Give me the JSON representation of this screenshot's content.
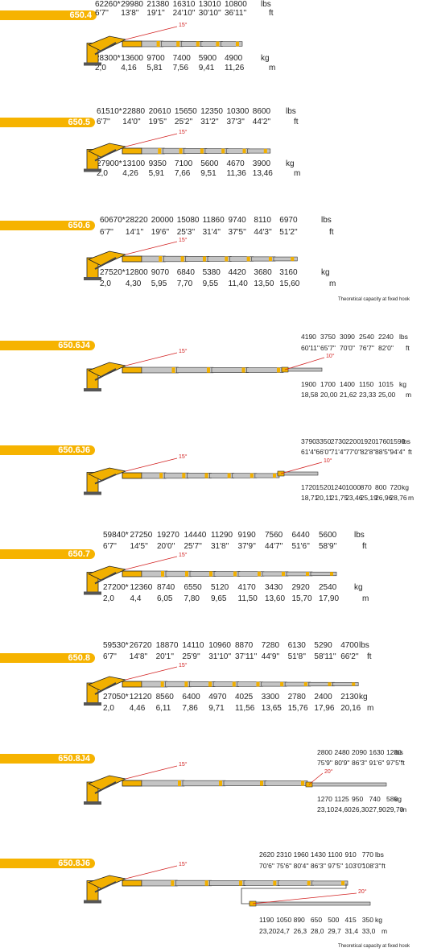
{
  "colors": {
    "tag": "#f6b300",
    "crane": "#f2b000",
    "boom": "#c4c4c4",
    "angle": "#d22222"
  },
  "models": [
    {
      "name": "650.4",
      "lbs": [
        "62260*",
        "29980",
        "21380",
        "16310",
        "13010",
        "10800"
      ],
      "lbs_unit": "lbs",
      "ft": [
        "6'7''",
        "13'8''",
        "19'1''",
        "24'10''",
        "30'10''",
        "36'11''"
      ],
      "ft_unit": "ft",
      "kg": [
        "28300*",
        "13600",
        "9700",
        "7400",
        "5900",
        "4900"
      ],
      "kg_unit": "kg",
      "m": [
        "2,0",
        "4,16",
        "5,81",
        "7,56",
        "9,41",
        "11,26"
      ],
      "m_unit": "m",
      "angle": "15°"
    },
    {
      "name": "650.5",
      "lbs": [
        "61510*",
        "22880",
        "20610",
        "15650",
        "12350",
        "10300",
        "8600"
      ],
      "lbs_unit": "lbs",
      "ft": [
        "6'7''",
        "14'0''",
        "19'5''",
        "25'2''",
        "31'2''",
        "37'3''",
        "44'2''"
      ],
      "ft_unit": "ft",
      "kg": [
        "27900*",
        "13100",
        "9350",
        "7100",
        "5600",
        "4670",
        "3900"
      ],
      "kg_unit": "kg",
      "m": [
        "2,0",
        "4,26",
        "5,91",
        "7,66",
        "9,51",
        "11,36",
        "13,46"
      ],
      "m_unit": "m",
      "angle": "15°"
    },
    {
      "name": "650.6",
      "lbs": [
        "60670*",
        "28220",
        "20000",
        "15080",
        "11860",
        "9740",
        "8110",
        "6970"
      ],
      "lbs_unit": "lbs",
      "ft": [
        "6'7''",
        "14'1''",
        "19'6''",
        "25'3''",
        "31'4''",
        "37'5''",
        "44'3''",
        "51'2''"
      ],
      "ft_unit": "ft",
      "kg": [
        "27520*",
        "12800",
        "9070",
        "6840",
        "5380",
        "4420",
        "3680",
        "3160"
      ],
      "kg_unit": "kg",
      "m": [
        "2,0",
        "4,30",
        "5,95",
        "7,70",
        "9,55",
        "11,40",
        "13,50",
        "15,60"
      ],
      "m_unit": "m",
      "angle": "15°",
      "footnote": "Theoretical capacity at fixed hook"
    },
    {
      "name": "650.6J4",
      "lbs": [
        "4190",
        "3750",
        "3090",
        "2540",
        "2240"
      ],
      "lbs_unit": "lbs",
      "ft": [
        "60'11''",
        "65'7''",
        "70'0''",
        "76'7''",
        "82'0''"
      ],
      "ft_unit": "ft",
      "kg": [
        "1900",
        "1700",
        "1400",
        "1150",
        "1015"
      ],
      "kg_unit": "kg",
      "m": [
        "18,58",
        "20,00",
        "21,62",
        "23,33",
        "25,00"
      ],
      "m_unit": "m",
      "angle": "15°",
      "angle2": "10°"
    },
    {
      "name": "650.6J6",
      "lbs": [
        "3790",
        "3350",
        "2730",
        "2200",
        "1920",
        "1760",
        "1590"
      ],
      "lbs_unit": "lbs",
      "ft": [
        "61'4''",
        "66'0''",
        "71'4''",
        "77'0''",
        "82'8''",
        "88'5''",
        "94'4''"
      ],
      "ft_unit": "ft",
      "kg": [
        "1720",
        "1520",
        "1240",
        "1000",
        "870",
        "800",
        "720"
      ],
      "kg_unit": "kg",
      "m": [
        "18,71",
        "20,11",
        "21,75",
        "23,46",
        "25,19",
        "26,96",
        "28,76"
      ],
      "m_unit": "m",
      "angle": "15°",
      "angle2": "10°"
    },
    {
      "name": "650.7",
      "lbs": [
        "59840*",
        "27250",
        "19270",
        "14440",
        "11290",
        "9190",
        "7560",
        "6440",
        "5600"
      ],
      "lbs_unit": "lbs",
      "ft": [
        "6'7''",
        "14'5''",
        "20'0''",
        "25'7''",
        "31'8''",
        "37'9''",
        "44'7''",
        "51'6''",
        "58'9''"
      ],
      "ft_unit": "ft",
      "kg": [
        "27200*",
        "12360",
        "8740",
        "6550",
        "5120",
        "4170",
        "3430",
        "2920",
        "2540"
      ],
      "kg_unit": "kg",
      "m": [
        "2,0",
        "4,4",
        "6,05",
        "7,80",
        "9,65",
        "11,50",
        "13,60",
        "15,70",
        "17,90"
      ],
      "m_unit": "m",
      "angle": "15°"
    },
    {
      "name": "650.8",
      "lbs": [
        "59530*",
        "26720",
        "18870",
        "14110",
        "10960",
        "8870",
        "7280",
        "6130",
        "5290",
        "4700"
      ],
      "lbs_unit": "lbs",
      "ft": [
        "6'7''",
        "14'8''",
        "20'1''",
        "25'9''",
        "31'10''",
        "37'11''",
        "44'9''",
        "51'8''",
        "58'11''",
        "66'2''"
      ],
      "ft_unit": "ft",
      "kg": [
        "27050*",
        "12120",
        "8560",
        "6400",
        "4970",
        "4025",
        "3300",
        "2780",
        "2400",
        "2130"
      ],
      "kg_unit": "kg",
      "m": [
        "2,0",
        "4,46",
        "6,11",
        "7,86",
        "9,71",
        "11,56",
        "13,65",
        "15,76",
        "17,96",
        "20,16"
      ],
      "m_unit": "m",
      "angle": "15°"
    },
    {
      "name": "650.8J4",
      "lbs": [
        "2800",
        "2480",
        "2090",
        "1630",
        "1280"
      ],
      "lbs_unit": "lbs",
      "ft": [
        "75'9''",
        "80'9''",
        "86'3''",
        "91'6''",
        "97'5''"
      ],
      "ft_unit": "ft",
      "kg": [
        "1270",
        "1125",
        "950",
        "740",
        "580"
      ],
      "kg_unit": "kg",
      "m": [
        "23,10",
        "24,60",
        "26,30",
        "27,90",
        "29,70"
      ],
      "m_unit": "m",
      "angle": "15°",
      "angle2": "20°"
    },
    {
      "name": "650.8J6",
      "lbs": [
        "2620",
        "2310",
        "1960",
        "1430",
        "1100",
        "910",
        "770"
      ],
      "lbs_unit": "lbs",
      "ft": [
        "70'6''",
        "75'6''",
        "80'4''",
        "86'3''",
        "97'5''",
        "103'0''",
        "108'3''"
      ],
      "ft_unit": "ft",
      "kg": [
        "1190",
        "1050",
        "890",
        "650",
        "500",
        "415",
        "350"
      ],
      "kg_unit": "kg",
      "m": [
        "23,20",
        "24,7",
        "26,3",
        "28,0",
        "29,7",
        "31,4",
        "33,0"
      ],
      "m_unit": "m",
      "angle": "15°",
      "angle2": "20°",
      "footnote": "Theoretical capacity at fixed hook"
    }
  ]
}
